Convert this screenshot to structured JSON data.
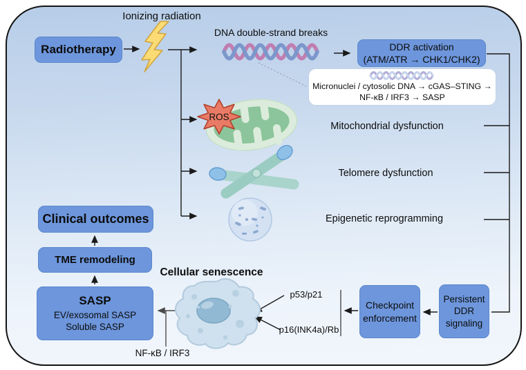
{
  "diagram": {
    "top": {
      "ionizing_radiation": "Ionizing radiation",
      "radiotherapy": "Radiotherapy",
      "dna_breaks": "DNA double-strand breaks",
      "ddr_box": {
        "line1": "DDR activation",
        "line2": "(ATM/ATR → CHK1/CHK2)"
      },
      "sting_box": {
        "line1": "Micronuclei / cytosolic DNA → cGAS–STING →",
        "line2": "NF-κB / IRF3 → SASP"
      }
    },
    "middle": {
      "ros": "ROS",
      "mitochondrial_dysfunction": "Mitochondrial dysfunction",
      "telomere_dysfunction": "Telomere dysfunction",
      "epigenetic_reprogramming": "Epigenetic reprogramming"
    },
    "bottom": {
      "clinical_outcomes": "Clinical outcomes",
      "tme_remodeling": "TME remodeling",
      "sasp_box": {
        "title": "SASP",
        "line2": "EV/exosomal SASP",
        "line3": "Soluble SASP"
      },
      "cellular_senescence": "Cellular senescence",
      "p53_p21": "p53/p21",
      "p16_rb": "p16(INK4a)/Rb",
      "checkpoint_box": {
        "line1": "Checkpoint",
        "line2": "enforcement"
      },
      "persistent_box": {
        "line1": "Persistent",
        "line2": "DDR",
        "line3": "signaling"
      },
      "nfkb_irf3": "NF-κB / IRF3"
    },
    "colors": {
      "box_blue": "#6d96dc",
      "ros_red": "#e97b66",
      "lightning_yellow": "#fbdc74",
      "mitochondria_green": "#8cc59b",
      "chromosome_teal": "#a9d4cb",
      "telomere_cap_blue": "#8fc0e8",
      "dna_pink": "#c07eb0",
      "dna_blue": "#7b97cb",
      "background_top": "#b7cde8",
      "background_bottom": "#f1f6fc"
    }
  }
}
